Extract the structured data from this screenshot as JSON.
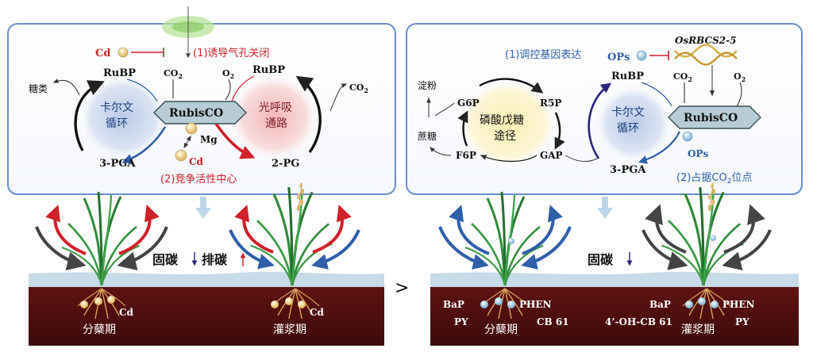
{
  "left_panel": {
    "cd_label": "Cd",
    "step1_label": "(1)诱导气孔关闭",
    "rubp": "RuBP",
    "rubp2": "RuBP",
    "co2": "CO",
    "co2_sub": "2",
    "o2": "O",
    "o2_sub": "2",
    "sugar": "糖类",
    "co2_out": "CO",
    "co2_out_sub": "2",
    "calvin_line1": "卡尔文",
    "calvin_line2": "循环",
    "photoresp_line1": "光呼吸",
    "photoresp_line2": "通路",
    "rubisco": "RubisCO",
    "mg": "Mg",
    "cd2": "Cd",
    "pga": "3-PGA",
    "pg": "2-PG",
    "step2_label": "(2)竞争活性中心"
  },
  "right_panel": {
    "step1_label": "(1)调控基因表达",
    "ops": "OPs",
    "gene": "OsRBCS2-5",
    "starch": "淀粉",
    "sucrose": "蔗糖",
    "g6p": "G6P",
    "r5p": "R5P",
    "f6p": "F6P",
    "gap": "GAP",
    "ppp_line1": "磷酸戊糖",
    "ppp_line2": "途径",
    "rubp": "RuBP",
    "co2": "CO",
    "co2_sub": "2",
    "o2": "O",
    "o2_sub": "2",
    "calvin_line1": "卡尔文",
    "calvin_line2": "循环",
    "rubisco": "RubisCO",
    "ops2": "OPs",
    "pga": "3-PGA",
    "step2_pre": "(2)占据CO",
    "step2_sub": "2",
    "step2_post": "位点"
  },
  "bottom_left": {
    "fix_label": "固碳",
    "emit_label": "排碳",
    "cd_a": "Cd",
    "cd_b": "Cd",
    "stage1": "分蘖期",
    "stage2": "灌浆期"
  },
  "comparison": ">",
  "bottom_right": {
    "fix_label": "固碳",
    "bap_a": "BaP",
    "py_a": "PY",
    "phen_a": "PHEN",
    "cb_a": "CB 61",
    "bap_b": "BaP",
    "cb_b": "4’-OH-CB 61",
    "phen_b": "PHEN",
    "py_b": "PY",
    "stage1": "分蘖期",
    "stage2": "灌浆期"
  },
  "colors": {
    "red": "#d0202a",
    "blue": "#2f5fa8",
    "soil": "#5a1212",
    "water": "#c7dbe8",
    "panel_border": "#6a8fc8"
  }
}
